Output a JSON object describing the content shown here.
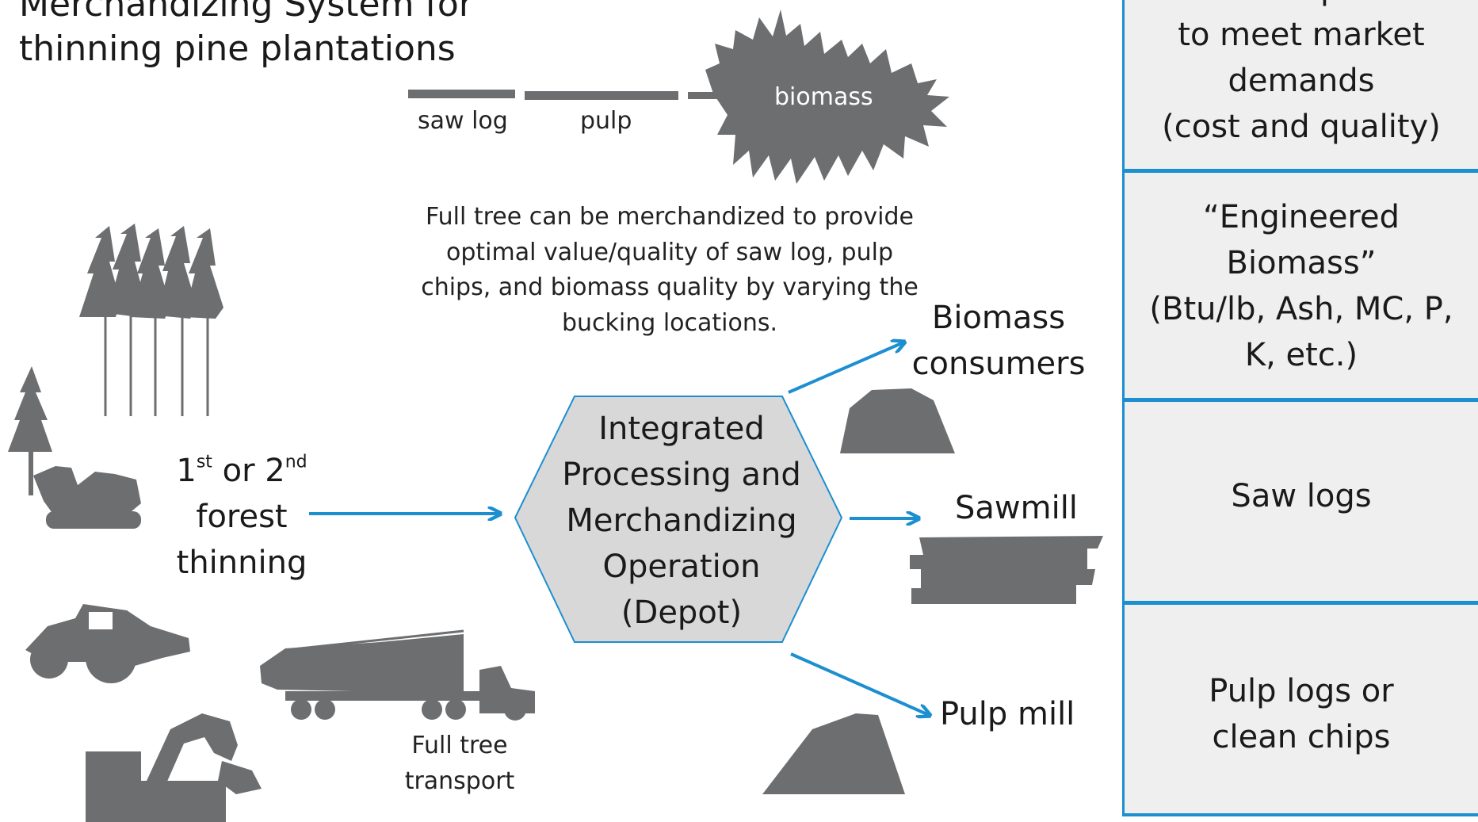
{
  "title": {
    "line1": "Merchandizing System for",
    "line2": "thinning pine plantations"
  },
  "tree_parts": {
    "saw_log": "saw log",
    "pulp": "pulp",
    "biomass": "biomass"
  },
  "description": [
    "Full tree can be merchandized to provide",
    "optimal value/quality of saw log, pulp",
    "chips, and biomass quality by varying the",
    "bucking locations."
  ],
  "thinning": {
    "ordinal1": "1",
    "sup1": "st",
    "or": " or ",
    "ordinal2": "2",
    "sup2": "nd",
    "line2": "forest",
    "line3": "thinning"
  },
  "depot": {
    "lines": [
      "Integrated",
      "Processing and",
      "Merchandizing",
      "Operation",
      "(Depot)"
    ]
  },
  "transport": {
    "line1": "Full tree",
    "line2": "transport"
  },
  "outputs": {
    "biomass_consumers": [
      "Biomass",
      "consumers"
    ],
    "sawmill": "Sawmill",
    "pulp_mill": "Pulp mill"
  },
  "panels": {
    "top": [
      "Products specified",
      "to meet market",
      "demands",
      "(cost and quality)"
    ],
    "engineered": [
      "“Engineered",
      "Biomass”",
      "(Btu/lb, Ash, MC, P,",
      "K, etc.)"
    ],
    "saw_logs": "Saw logs",
    "pulp_logs": [
      "Pulp logs or",
      "clean chips"
    ]
  },
  "colors": {
    "accent": "#1b8fd0",
    "silhouette": "#6d6e70",
    "depot_fill": "#d8d8d8",
    "panel_bg": "#efefef"
  }
}
